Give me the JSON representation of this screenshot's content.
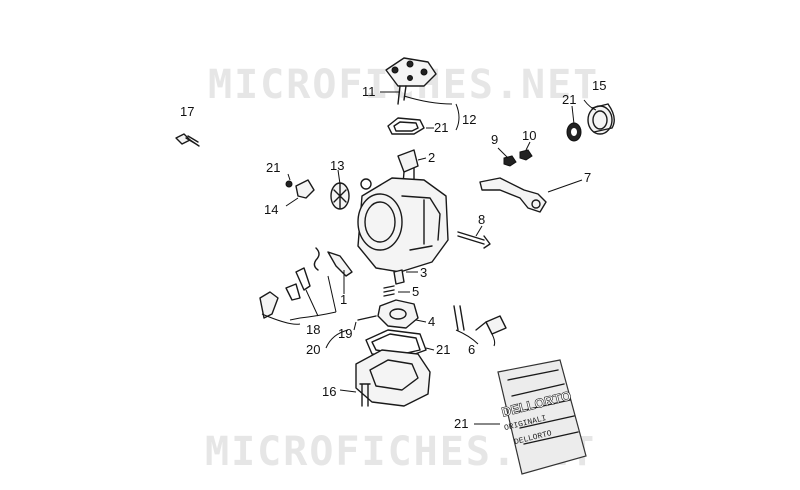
{
  "watermark": {
    "top": "MICROFICHES.NET",
    "bottom": "MICROFICHES.NET"
  },
  "bag": {
    "brand": "DELLORTO",
    "line1": "ORIGINALI",
    "line2": "DELLORTO"
  },
  "labels": {
    "l1": "1",
    "l2": "2",
    "l3": "3",
    "l4": "4",
    "l5": "5",
    "l6": "6",
    "l7": "7",
    "l8": "8",
    "l9": "9",
    "l10": "10",
    "l11": "11",
    "l12": "12",
    "l13": "13",
    "l14": "14",
    "l15": "15",
    "l16": "16",
    "l17": "17",
    "l18": "18",
    "l19": "19",
    "l20": "20",
    "l21a": "21",
    "l21b": "21",
    "l21c": "21",
    "l21d": "21",
    "l21e": "21"
  }
}
